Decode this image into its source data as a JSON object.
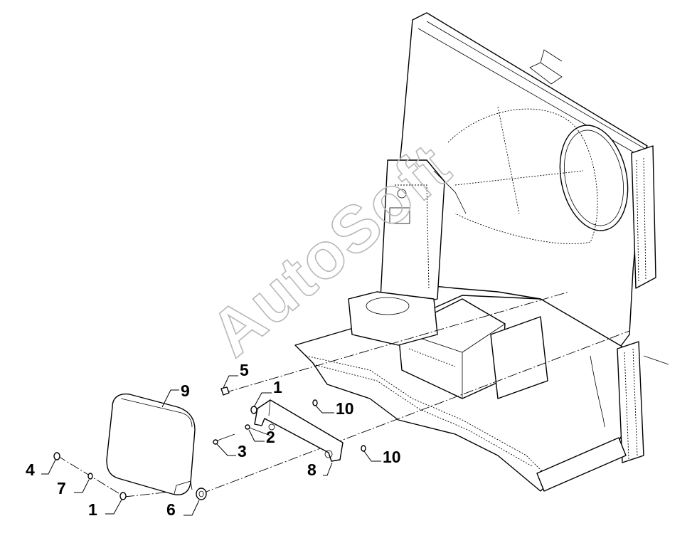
{
  "watermark": "AutoSoft",
  "callouts": [
    {
      "id": "c-9",
      "label": "9"
    },
    {
      "id": "c-5",
      "label": "5"
    },
    {
      "id": "c-1a",
      "label": "1"
    },
    {
      "id": "c-10a",
      "label": "10"
    },
    {
      "id": "c-2",
      "label": "2"
    },
    {
      "id": "c-3",
      "label": "3"
    },
    {
      "id": "c-8",
      "label": "8"
    },
    {
      "id": "c-10b",
      "label": "10"
    },
    {
      "id": "c-4",
      "label": "4"
    },
    {
      "id": "c-7",
      "label": "7"
    },
    {
      "id": "c-1b",
      "label": "1"
    },
    {
      "id": "c-6",
      "label": "6"
    }
  ]
}
